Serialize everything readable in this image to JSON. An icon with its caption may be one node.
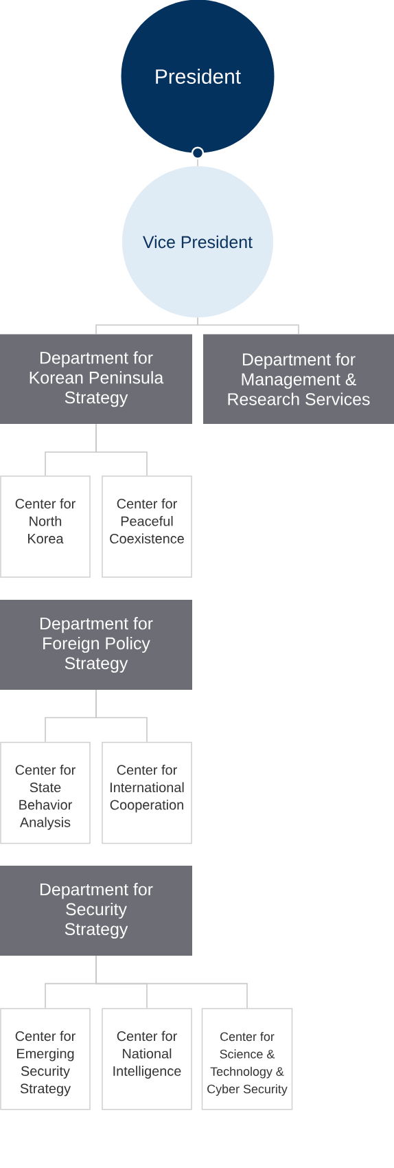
{
  "diagram": {
    "nodes": [
      {
        "text": [
          "President"
        ]
      },
      {
        "text": [
          "Vice President"
        ]
      },
      {
        "text": [
          "Department for Korean Peninsula Strategy"
        ]
      },
      {
        "text": [
          "Department for Management & Research Services"
        ]
      },
      {
        "text": [
          "Center for North Korea"
        ]
      },
      {
        "text": [
          "Center for Peaceful Coexistence"
        ]
      },
      {
        "text": [
          "Department for Foreign Policy Strategy"
        ]
      },
      {
        "text": [
          "Center for State Behavior Analysis"
        ]
      },
      {
        "text": [
          "Center for International Cooperation"
        ]
      },
      {
        "text": [
          "Department for Security Strategy"
        ]
      },
      {
        "text": [
          "Center for Emerging Security Strategy"
        ]
      },
      {
        "text": [
          "Center for National Intelligence"
        ]
      },
      {
        "text": [
          "Center for Science & Technology & Cyber Security"
        ]
      }
    ],
    "edges": [
      {
        "from": 0,
        "to": 1,
        "arrow": "other"
      },
      {
        "from": 1,
        "to": 2,
        "arrow": "none"
      },
      {
        "from": 1,
        "to": 3,
        "arrow": "none"
      },
      {
        "from": 2,
        "to": 4,
        "arrow": "none"
      },
      {
        "from": 2,
        "to": 5,
        "arrow": "none"
      },
      {
        "from": 6,
        "to": 7,
        "arrow": "none"
      },
      {
        "from": 6,
        "to": 8,
        "arrow": "none"
      },
      {
        "from": 9,
        "to": 10,
        "arrow": "none"
      },
      {
        "from": 9,
        "to": 11,
        "arrow": "none"
      },
      {
        "from": 9,
        "to": 12,
        "arrow": "none"
      }
    ]
  }
}
